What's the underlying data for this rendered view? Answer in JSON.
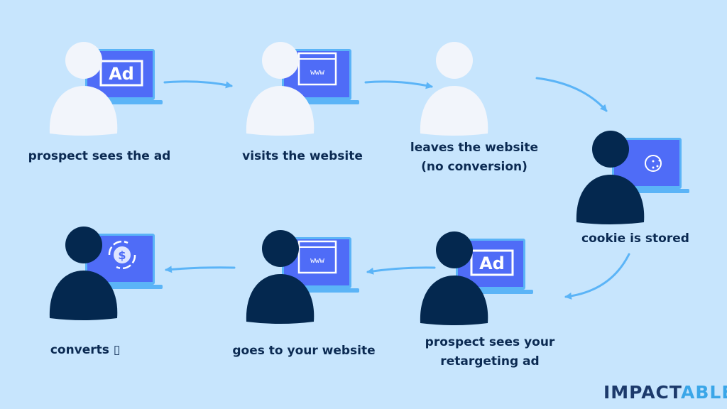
{
  "title": "Retargeting flow",
  "colors": {
    "background": "#c7e5fd",
    "screen": "#4f6cf7",
    "laptop_frame": "#5bb4f7",
    "person_light": "#f2f5fb",
    "person_dark": "#04284f",
    "arrow": "#5bb4f7",
    "text": "#0b2a52"
  },
  "steps": [
    {
      "label": "prospect sees the ad",
      "person": "light",
      "screen": "ad",
      "screen_text": "Ad"
    },
    {
      "label": "visits the website",
      "person": "light",
      "screen": "www",
      "screen_text": "www"
    },
    {
      "label_line1": "leaves the website",
      "label_line2": "(no conversion)",
      "person": "light",
      "screen": "none"
    },
    {
      "label": "cookie is stored",
      "person": "dark",
      "screen": "cookie"
    },
    {
      "label_line1": "prospect sees your",
      "label_line2": "retargeting ad",
      "person": "dark",
      "screen": "ad",
      "screen_text": "Ad"
    },
    {
      "label": "goes to your website",
      "person": "dark",
      "screen": "www",
      "screen_text": "www"
    },
    {
      "label": "converts ▯",
      "person": "dark",
      "screen": "dollar"
    }
  ],
  "logo": {
    "part1": "IMPACT",
    "part2": "ABLE"
  }
}
